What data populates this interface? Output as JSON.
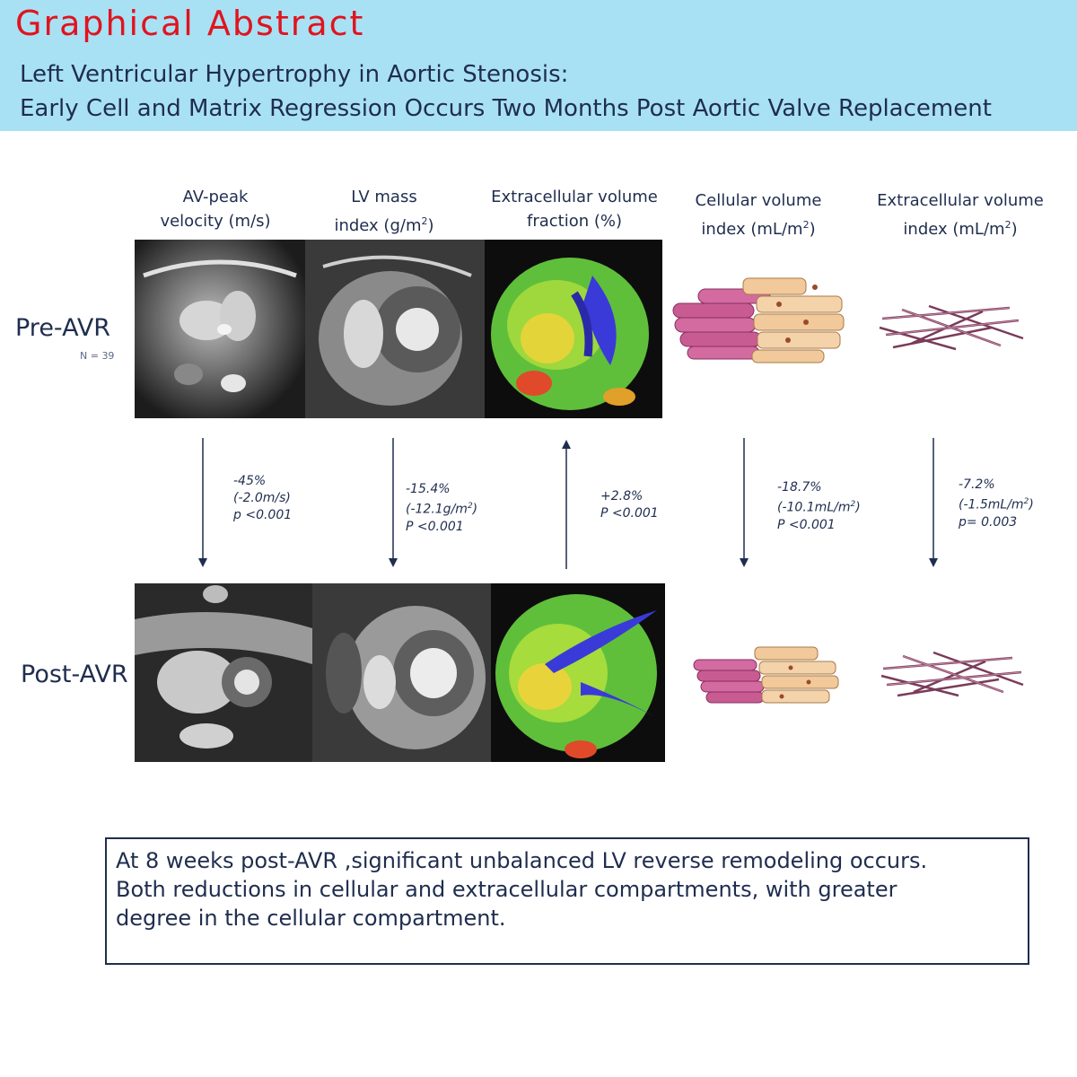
{
  "header": {
    "label": "Graphical Abstract",
    "title_line1": "Left Ventricular Hypertrophy in Aortic Stenosis:",
    "title_line2": "Early Cell and Matrix Regression Occurs Two Months Post Aortic Valve Replacement"
  },
  "columns": [
    {
      "line1": "AV-peak",
      "line2": "velocity (m/s)"
    },
    {
      "line1": "LV mass",
      "line2": "index (g/m",
      "sup": "2",
      "tail": ")"
    },
    {
      "line1": "Extracellular volume",
      "line2": "fraction (%)"
    },
    {
      "line1": "Cellular volume",
      "line2": "index (mL/m",
      "sup": "2",
      "tail": ")"
    },
    {
      "line1": "Extracellular volume",
      "line2": "index (mL/m",
      "sup": "2",
      "tail": ")"
    }
  ],
  "rows": {
    "pre": {
      "label": "Pre-AVR",
      "n": "N = 39"
    },
    "post": {
      "label": "Post-AVR"
    }
  },
  "changes": [
    {
      "pct": "-45%",
      "abs": "(-2.0m/s)",
      "p": "p <0.001",
      "direction": "down"
    },
    {
      "pct": "-15.4%",
      "abs": "(-12.1g/m",
      "abs_sup": "2",
      "abs_tail": ")",
      "p": "P <0.001",
      "direction": "down"
    },
    {
      "pct": "+2.8%",
      "p": "P <0.001",
      "direction": "up"
    },
    {
      "pct": "-18.7%",
      "abs": "(-10.1mL/m",
      "abs_sup": "2",
      "abs_tail": ")",
      "p": "P <0.001",
      "direction": "down"
    },
    {
      "pct": "-7.2%",
      "abs": "(-1.5mL/m",
      "abs_sup": "2",
      "abs_tail": ")",
      "p": "p= 0.003",
      "direction": "down"
    }
  ],
  "summary": {
    "line1": "At 8 weeks post-AVR ,significant unbalanced LV reverse remodeling occurs.",
    "line2": "Both reductions in cellular and extracellular compartments, with greater",
    "line3": "degree in the cellular compartment."
  },
  "colors": {
    "header_bg": "#a9e1f4",
    "label_red": "#e0141e",
    "navy": "#1f2d4e",
    "cell_pink": "#c95b93",
    "cell_tan": "#f2c99a",
    "fiber": "#7a3b5a"
  }
}
